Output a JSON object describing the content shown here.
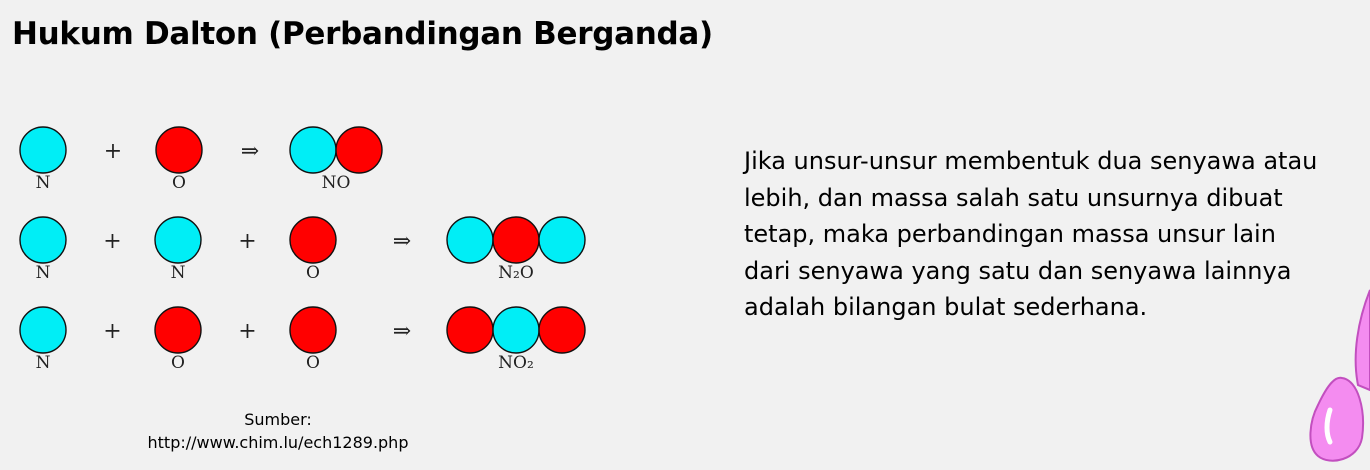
{
  "title": "Hukum Dalton (Perbandingan Berganda)",
  "colors": {
    "nitrogen": "#00eef6",
    "oxygen": "#ff0000",
    "background": "#f1f1f1",
    "decoration": "#f48cf0"
  },
  "diagram": {
    "rows": [
      {
        "reactants": [
          "N",
          "O"
        ],
        "operators": [
          "+"
        ],
        "arrow": "⇒",
        "product_atoms": [
          "N",
          "O"
        ],
        "product_label": "NO"
      },
      {
        "reactants": [
          "N",
          "N",
          "O"
        ],
        "operators": [
          "+",
          "+"
        ],
        "arrow": "⇒",
        "product_atoms": [
          "N",
          "O",
          "N"
        ],
        "product_label": "N₂O"
      },
      {
        "reactants": [
          "N",
          "O",
          "O"
        ],
        "operators": [
          "+",
          "+"
        ],
        "arrow": "⇒",
        "product_atoms": [
          "O",
          "N",
          "O"
        ],
        "product_label": "NO₂"
      }
    ]
  },
  "source": {
    "line1": "Sumber:",
    "line2": "http://www.chim.lu/ech1289.php"
  },
  "body_lines": [
    "Jika unsur-unsur membentuk dua senyawa atau",
    "lebih, dan massa salah satu unsurnya dibuat",
    "tetap, maka perbandingan massa unsur lain",
    "dari senyawa yang satu dan senyawa lainnya",
    "adalah bilangan bulat sederhana."
  ]
}
